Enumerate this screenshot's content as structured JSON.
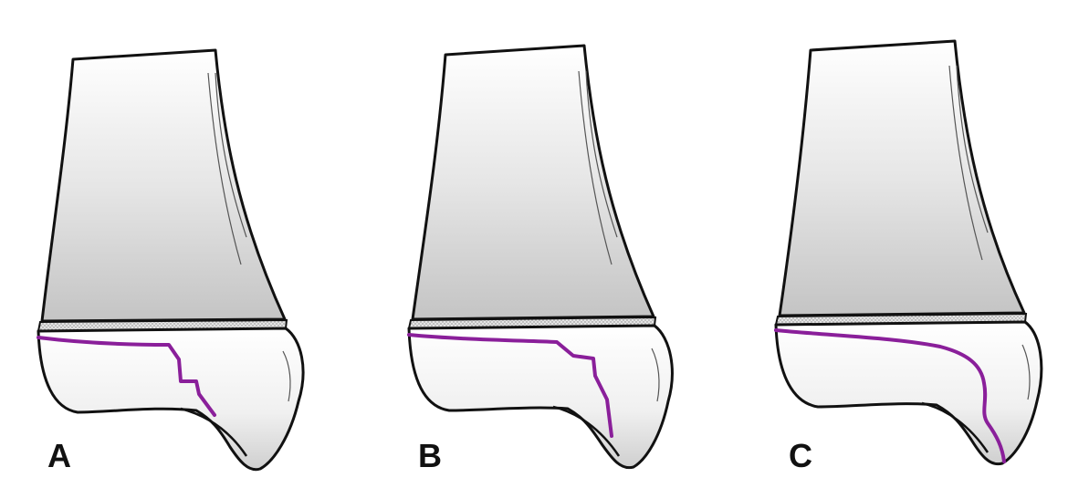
{
  "colors": {
    "background": "#ffffff",
    "outline": "#111111",
    "fracture_line": "#8a1f9a",
    "bone_shade_light": "#ffffff",
    "bone_shade_dark": "#c8c8c8",
    "physis_fill": "#d9d9d9"
  },
  "panels": [
    {
      "label": "A",
      "fracture_pattern": "stepped"
    },
    {
      "label": "B",
      "fracture_pattern": "stepped-oblique"
    },
    {
      "label": "C",
      "fracture_pattern": "curved"
    }
  ]
}
